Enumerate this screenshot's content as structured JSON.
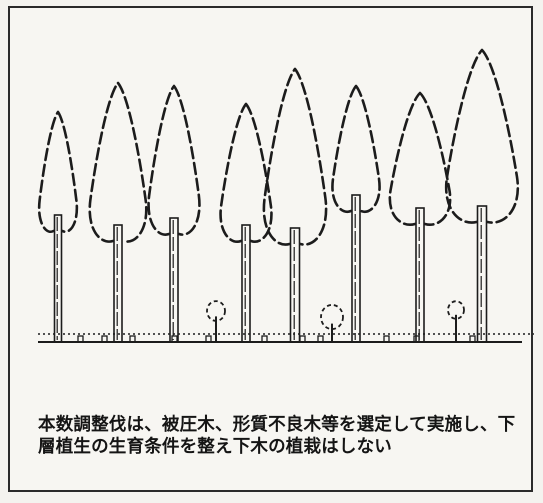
{
  "caption": {
    "text": "本数調整伐は、被圧木、形質不良木等を選定して実施し、下層植生の生育条件を整え下木の植栽はしない"
  },
  "illustration": {
    "subject": "forest-stand",
    "tree_count": 8,
    "understory_sapling_count": 3,
    "stroke_color": "#1c1c1c",
    "background_color": "#f7f6f2"
  }
}
